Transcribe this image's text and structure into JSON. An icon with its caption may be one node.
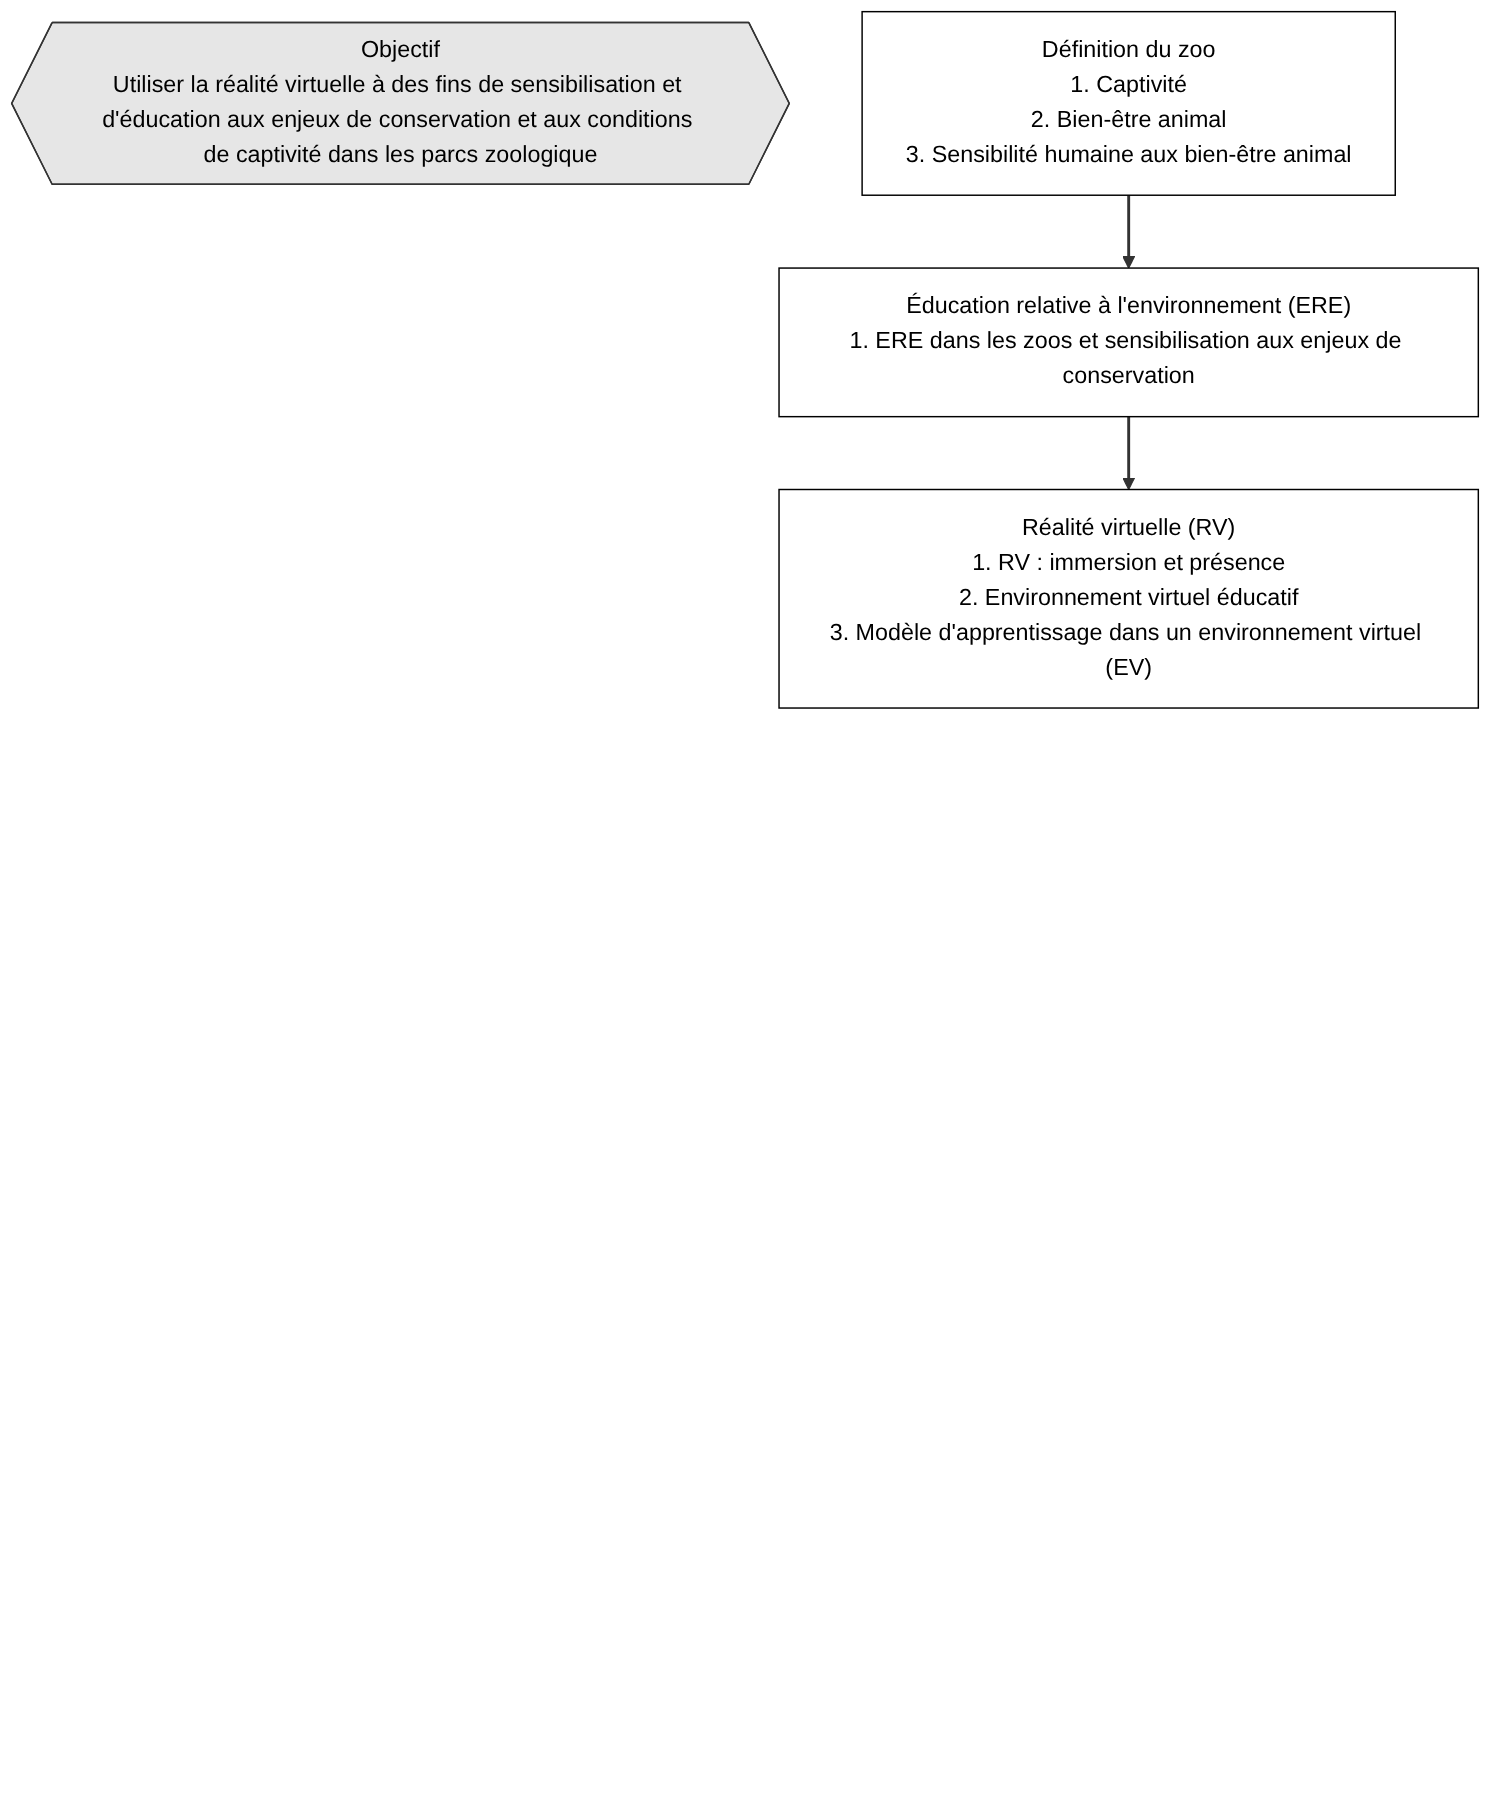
{
  "diagram": {
    "nodes": [
      {
        "text": [
          "Objectif",
          "Utiliser la réalité virtuelle à des fins de sensibilisation et d'éducation aux enjeux de conservation et aux conditions de captivité dans les parcs zoologique"
        ]
      },
      {
        "text": [
          "Définition du zoo",
          "1. Captivité",
          "2. Bien-être animal",
          "3. Sensibilité humaine aux bien-être animal"
        ]
      },
      {
        "text": [
          "Éducation relative à l'environnement (ERE)",
          "1. ERE dans les zoos et sensibilisation aux enjeux de conservation"
        ]
      },
      {
        "text": [
          "Réalité virtuelle (RV)",
          "1. RV : immersion et présence",
          "2. Environnement virtuel éducatif",
          "3. Modèle d'apprentissage dans un environnement virtuel (EV)"
        ]
      }
    ],
    "edges": [
      {
        "from": 1,
        "to": 2,
        "arrow": "to"
      },
      {
        "from": 2,
        "to": 3,
        "arrow": "to"
      }
    ]
  }
}
